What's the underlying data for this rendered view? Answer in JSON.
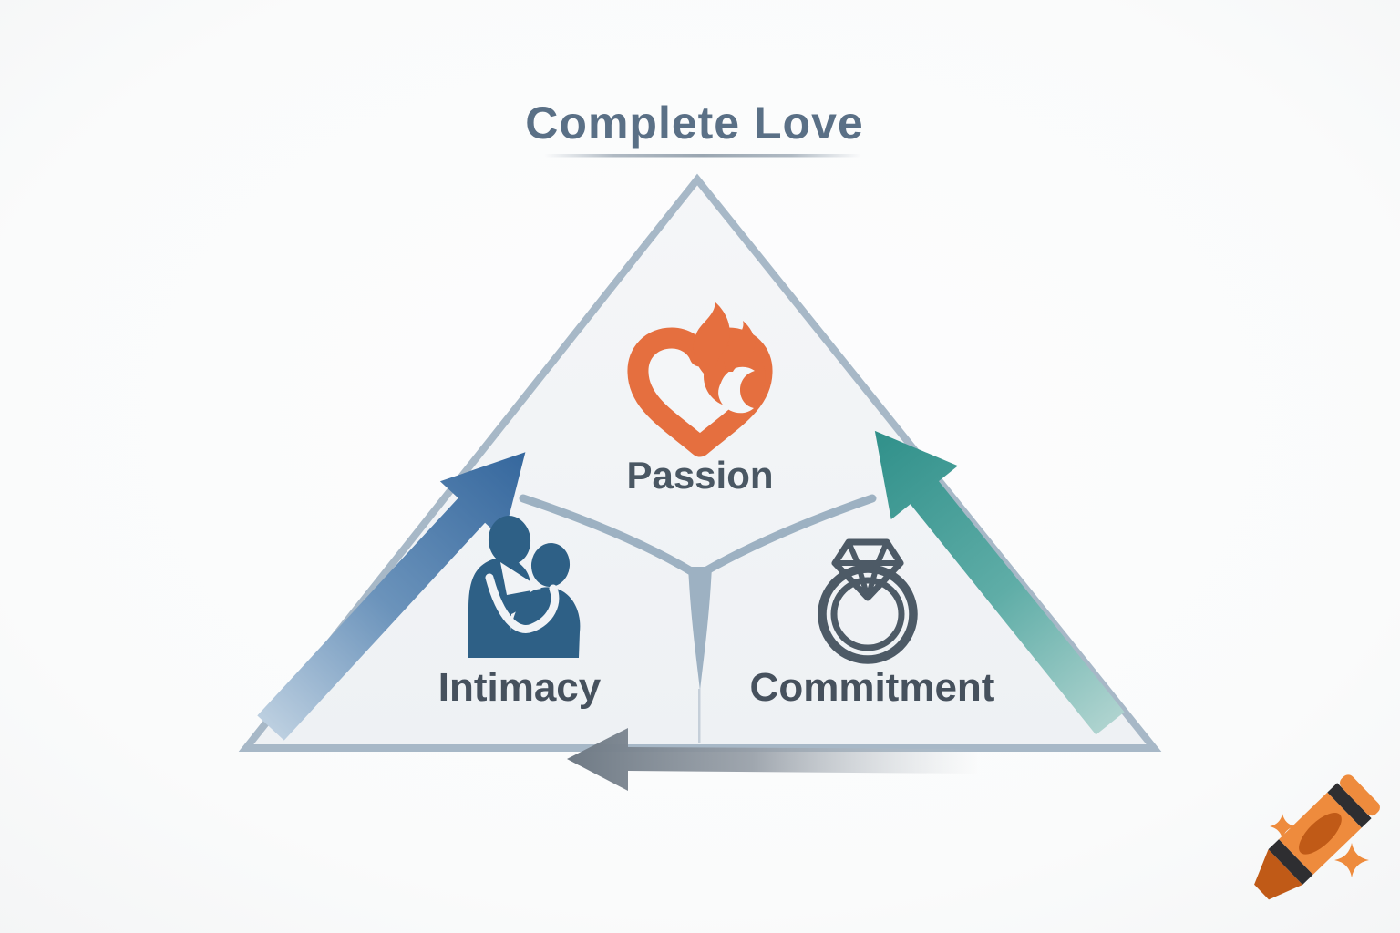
{
  "title": {
    "text": "Complete Love",
    "color": "#5a7086"
  },
  "triangle": {
    "fill": "#f2f4f6",
    "border_color": "#a7b8c7",
    "divider_color": "#9db1c2"
  },
  "nodes": [
    {
      "id": "passion",
      "label": "Passion",
      "icon": "flaming-heart-icon",
      "color": "#e56f3f"
    },
    {
      "id": "intimacy",
      "label": "Intimacy",
      "icon": "embracing-couple-icon",
      "color": "#2e6086"
    },
    {
      "id": "commitment",
      "label": "Commitment",
      "icon": "diamond-ring-icon",
      "color": "#4d5a66"
    }
  ],
  "arrows": [
    {
      "id": "left-edge-arrow",
      "direction": "up-right along left edge",
      "color": "#3a6ea5"
    },
    {
      "id": "right-edge-arrow",
      "direction": "up-left along right edge",
      "color": "#3a948e"
    },
    {
      "id": "bottom-edge-arrow",
      "direction": "left along bottom edge",
      "color": "#76818c"
    }
  ],
  "label_color": "#46515d",
  "watermark": {
    "name": "crayon-logo",
    "color": "#ee8b3d",
    "accent": "#c05a17"
  }
}
